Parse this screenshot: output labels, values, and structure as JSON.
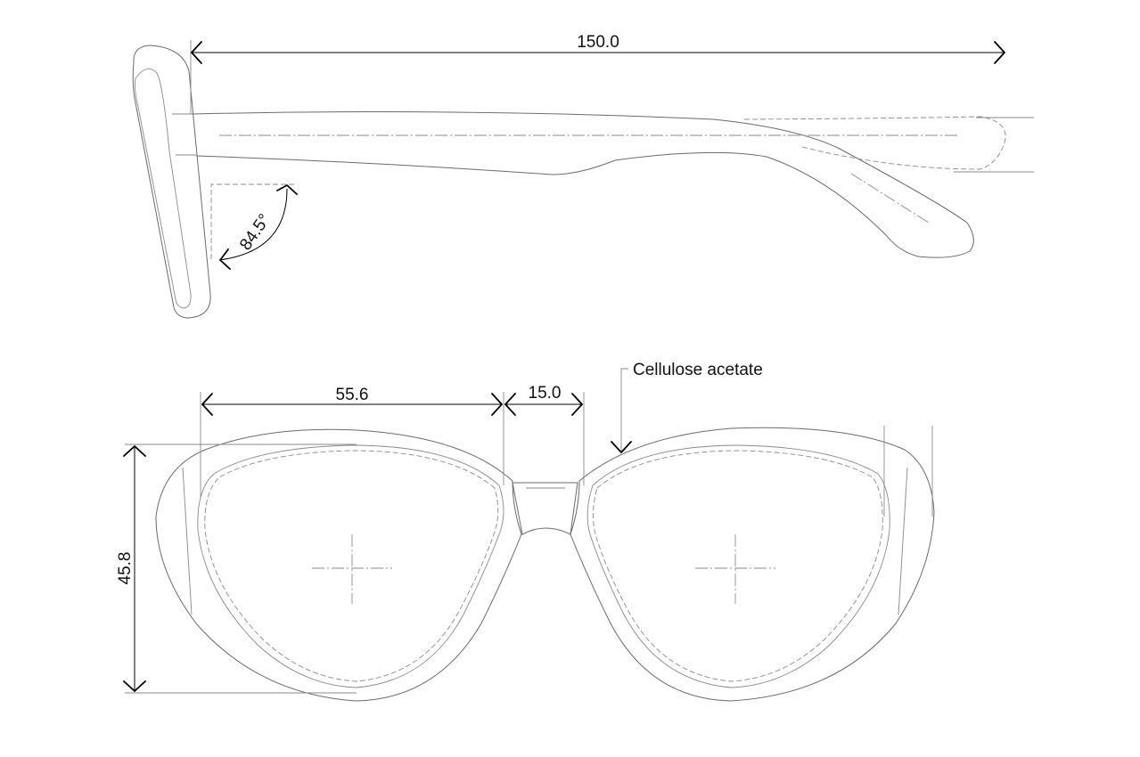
{
  "dimensions": {
    "temple_length": "150.0",
    "pantoscopic_angle": "84.5°",
    "lens_width": "55.6",
    "bridge_width": "15.0",
    "lens_height": "45.8"
  },
  "material_callout": "Cellulose acetate",
  "colors": {
    "outline": "#6b6b6b",
    "dimension": "#000000",
    "background": "#ffffff"
  }
}
